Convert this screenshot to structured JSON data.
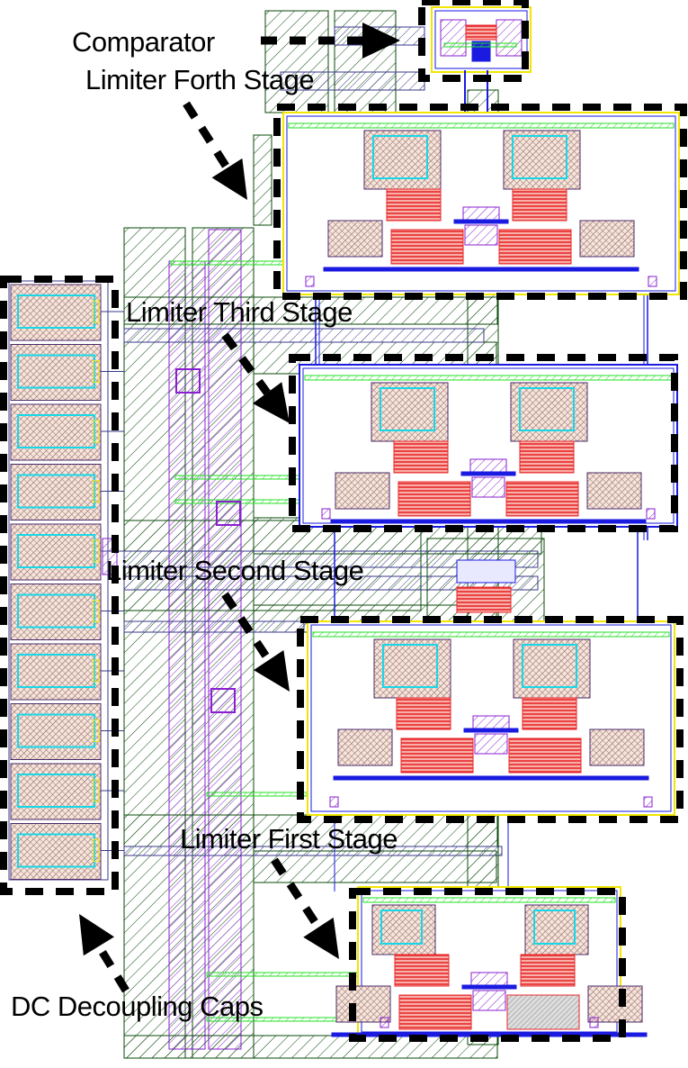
{
  "labels": {
    "comparator": "Comparator",
    "fourth": "Limiter Forth Stage",
    "third": "Limiter Third Stage",
    "second": "Limiter Second Stage",
    "first": "Limiter First Stage",
    "caps": "DC Decoupling Caps"
  },
  "colors": {
    "metal_hatch": "#0a4a0a",
    "via_purple": "#8a1fd0",
    "poly_red": "#e8262a",
    "metal_blue": "#1a1ae0",
    "boundary_yellow": "#f2e600",
    "diffusion_green": "#22e022",
    "cap_cyan": "#18d8e8",
    "cap_brown": "#8a5a3a"
  }
}
